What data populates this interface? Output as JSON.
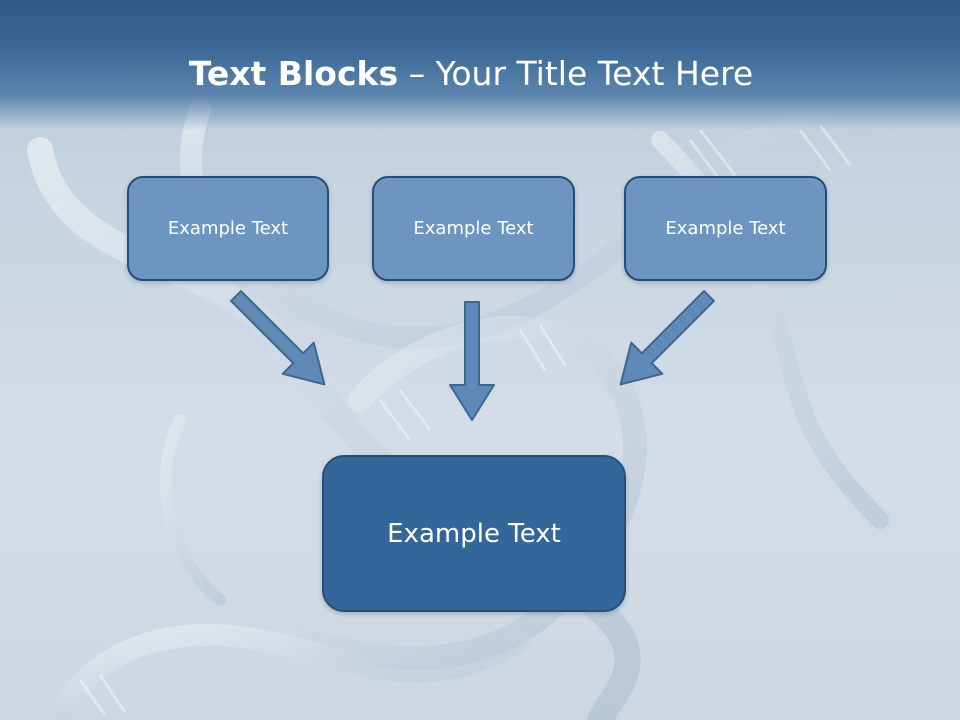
{
  "title": {
    "bold": "Text Blocks",
    "dash": "–",
    "rest": "Your Title Text Here"
  },
  "blocks": [
    {
      "label": "Example Text"
    },
    {
      "label": "Example Text"
    },
    {
      "label": "Example Text"
    }
  ],
  "main_block": {
    "label": "Example Text"
  },
  "colors": {
    "title_band": "#3d6b97",
    "block_fill": "#6c95c0",
    "main_fill": "#336699",
    "border": "#274e74",
    "arrow_fill": "#5f8ab8"
  }
}
